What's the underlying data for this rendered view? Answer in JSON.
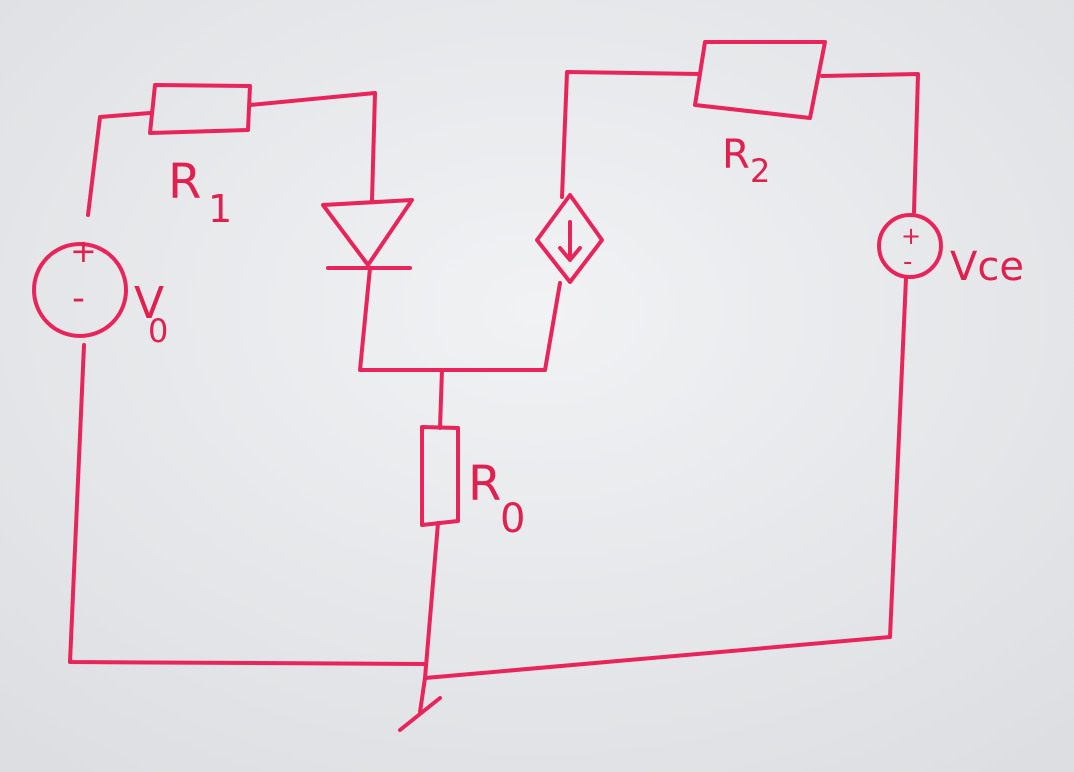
{
  "labels": {
    "r1_main": "R",
    "r1_sub": "1",
    "r2_main": "R",
    "r2_sub": "2",
    "r0_main": "R",
    "r0_sub": "0",
    "v0_main": "V",
    "v0_sub": "0",
    "vce": "Vce",
    "plus": "+",
    "minus": "-"
  },
  "colors": {
    "ink": "#e8245a",
    "board": "#e9eaec"
  }
}
